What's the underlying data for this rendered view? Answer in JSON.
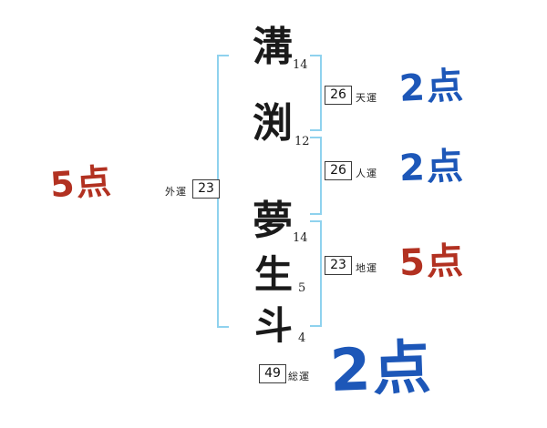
{
  "chars": [
    {
      "char": "溝",
      "strokes": "14"
    },
    {
      "char": "渕",
      "strokes": "12"
    },
    {
      "char": "夢",
      "strokes": "14"
    },
    {
      "char": "生",
      "strokes": "5"
    },
    {
      "char": "斗",
      "strokes": "4"
    }
  ],
  "fortunes": {
    "tenun": {
      "value": "26",
      "label": "天運",
      "score": "2点"
    },
    "jinun": {
      "value": "26",
      "label": "人運",
      "score": "2点"
    },
    "chiun": {
      "value": "23",
      "label": "地運",
      "score": "5点"
    },
    "gaiun": {
      "value": "23",
      "label": "外運",
      "score": "5点"
    },
    "soun": {
      "value": "49",
      "label": "総運",
      "score": "2点"
    }
  },
  "colors": {
    "red": "#b23121",
    "blue": "#1d57b8",
    "bracket": "#8fd2ee"
  }
}
